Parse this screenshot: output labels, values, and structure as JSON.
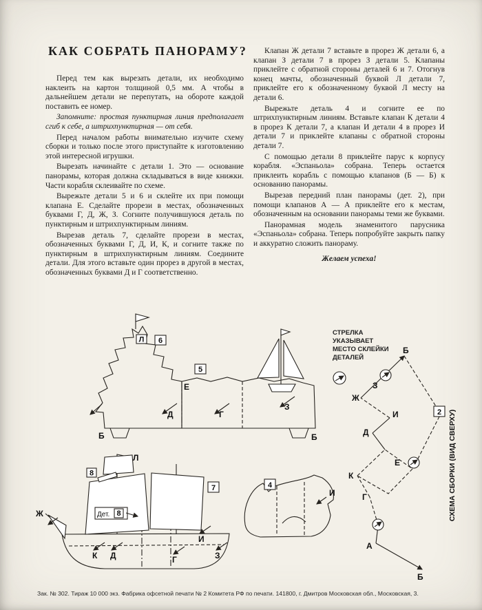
{
  "colors": {
    "paper": "#f3f0e8",
    "ink": "#1c1c1c"
  },
  "page": {
    "title": "КАК СОБРАТЬ ПАНОРАМУ?",
    "left_column": [
      "Перед тем как вырезать детали, их необходимо наклеить на картон толщиной 0,5 мм. А чтобы в дальнейшем детали не перепутать, на обороте каждой поставить ее номер.",
      "Запомните: простая пунктирная линия предполагает сгиб к себе, а штрихпунктирная — от себя.",
      "Перед началом работы внимательно изучите схему сборки и только после этого приступайте к изготовлению этой интересной игрушки.",
      "Вырезать начинайте с детали 1. Это — основание панорамы, которая должна складываться в виде книжки. Части корабля склеивайте по схеме.",
      "Вырежьте детали 5 и 6 и склейте их при помощи клапана Е. Сделайте прорези в местах, обозначенных буквами Г, Д, Ж, З. Согните получившуюся деталь по пунктирным и штрихпунктирным линиям.",
      "Вырезав деталь 7, сделайте прорези в местах, обозначенных буквами Г, Д, И, К, и согните также по пунктирным в штрихпунктирным линиям. Соедините детали. Для этого вставьте один прорез в другой в местах, обозначенных буквами Д и Г соответственно."
    ],
    "right_column": [
      "Клапан Ж детали 7 вставьте в прорез Ж детали 6, а клапан З детали 7 в прорез З детали 5. Клапаны приклейте с обратной стороны деталей 6 и 7. Отогнув конец мачты, обозначенный буквой Л детали 7, приклейте его к обозначенному буквой Л месту на детали 6.",
      "Вырежьте деталь 4 и согните ее по штрихпунктирным линиям. Вставьте клапан К детали 4 в прорез К детали 7, а клапан И детали 4 в прорез И детали 7 и приклейте клапаны с обратной стороны детали 7.",
      "С помощью детали 8 приклейте парус к корпусу корабля. «Эспаньола» собрана. Теперь остается приклеить корабль с помощью клапанов (Б — Б) к основанию панорамы.",
      "Вырезав передний план панорамы (дет. 2), при помощи клапанов А — А приклейте его к местам, обозначенным на основании панорамы теми же буквами.",
      "Панорамная модель знаменитого парусника «Эспаньола» собрана. Теперь попробуйте закрыть папку и аккуратно сложить панораму."
    ],
    "wish": "Желаем успеха!",
    "footer": "Зак. № 302. Тираж 10 000 экз. Фабрика офсетной печати № 2 Комитета РФ по печати.   141800, г. Дмитров Московская обл., Московская, 3."
  },
  "diagrams": {
    "arrow_note": [
      "СТРЕЛКА",
      "УКАЗЫВАЕТ",
      "МЕСТО СКЛЕЙКИ",
      "ДЕТАЛЕЙ"
    ],
    "scheme_caption": "СХЕМА СБОРКИ (ВИД СВЕРХУ)",
    "top": {
      "num6": "6",
      "num5": "5",
      "l": "Л",
      "e": "Е",
      "d": "Д",
      "g": "Г",
      "z": "З",
      "b_left": "Б",
      "b_right": "Б"
    },
    "bottom": {
      "num8": "8",
      "num7": "7",
      "num4": "4",
      "det_label": "Дет.",
      "det_num": "8",
      "l": "Л",
      "zh": "Ж",
      "k": "К",
      "d": "Д",
      "g": "Г",
      "i": "И",
      "z": "З",
      "i4": "И"
    },
    "scheme": {
      "num2": "2",
      "b_top": "Б",
      "z": "З",
      "zh": "Ж",
      "i": "И",
      "d": "Д",
      "e": "Е",
      "k": "К",
      "g": "Г",
      "a": "А",
      "b_bottom": "Б"
    }
  }
}
